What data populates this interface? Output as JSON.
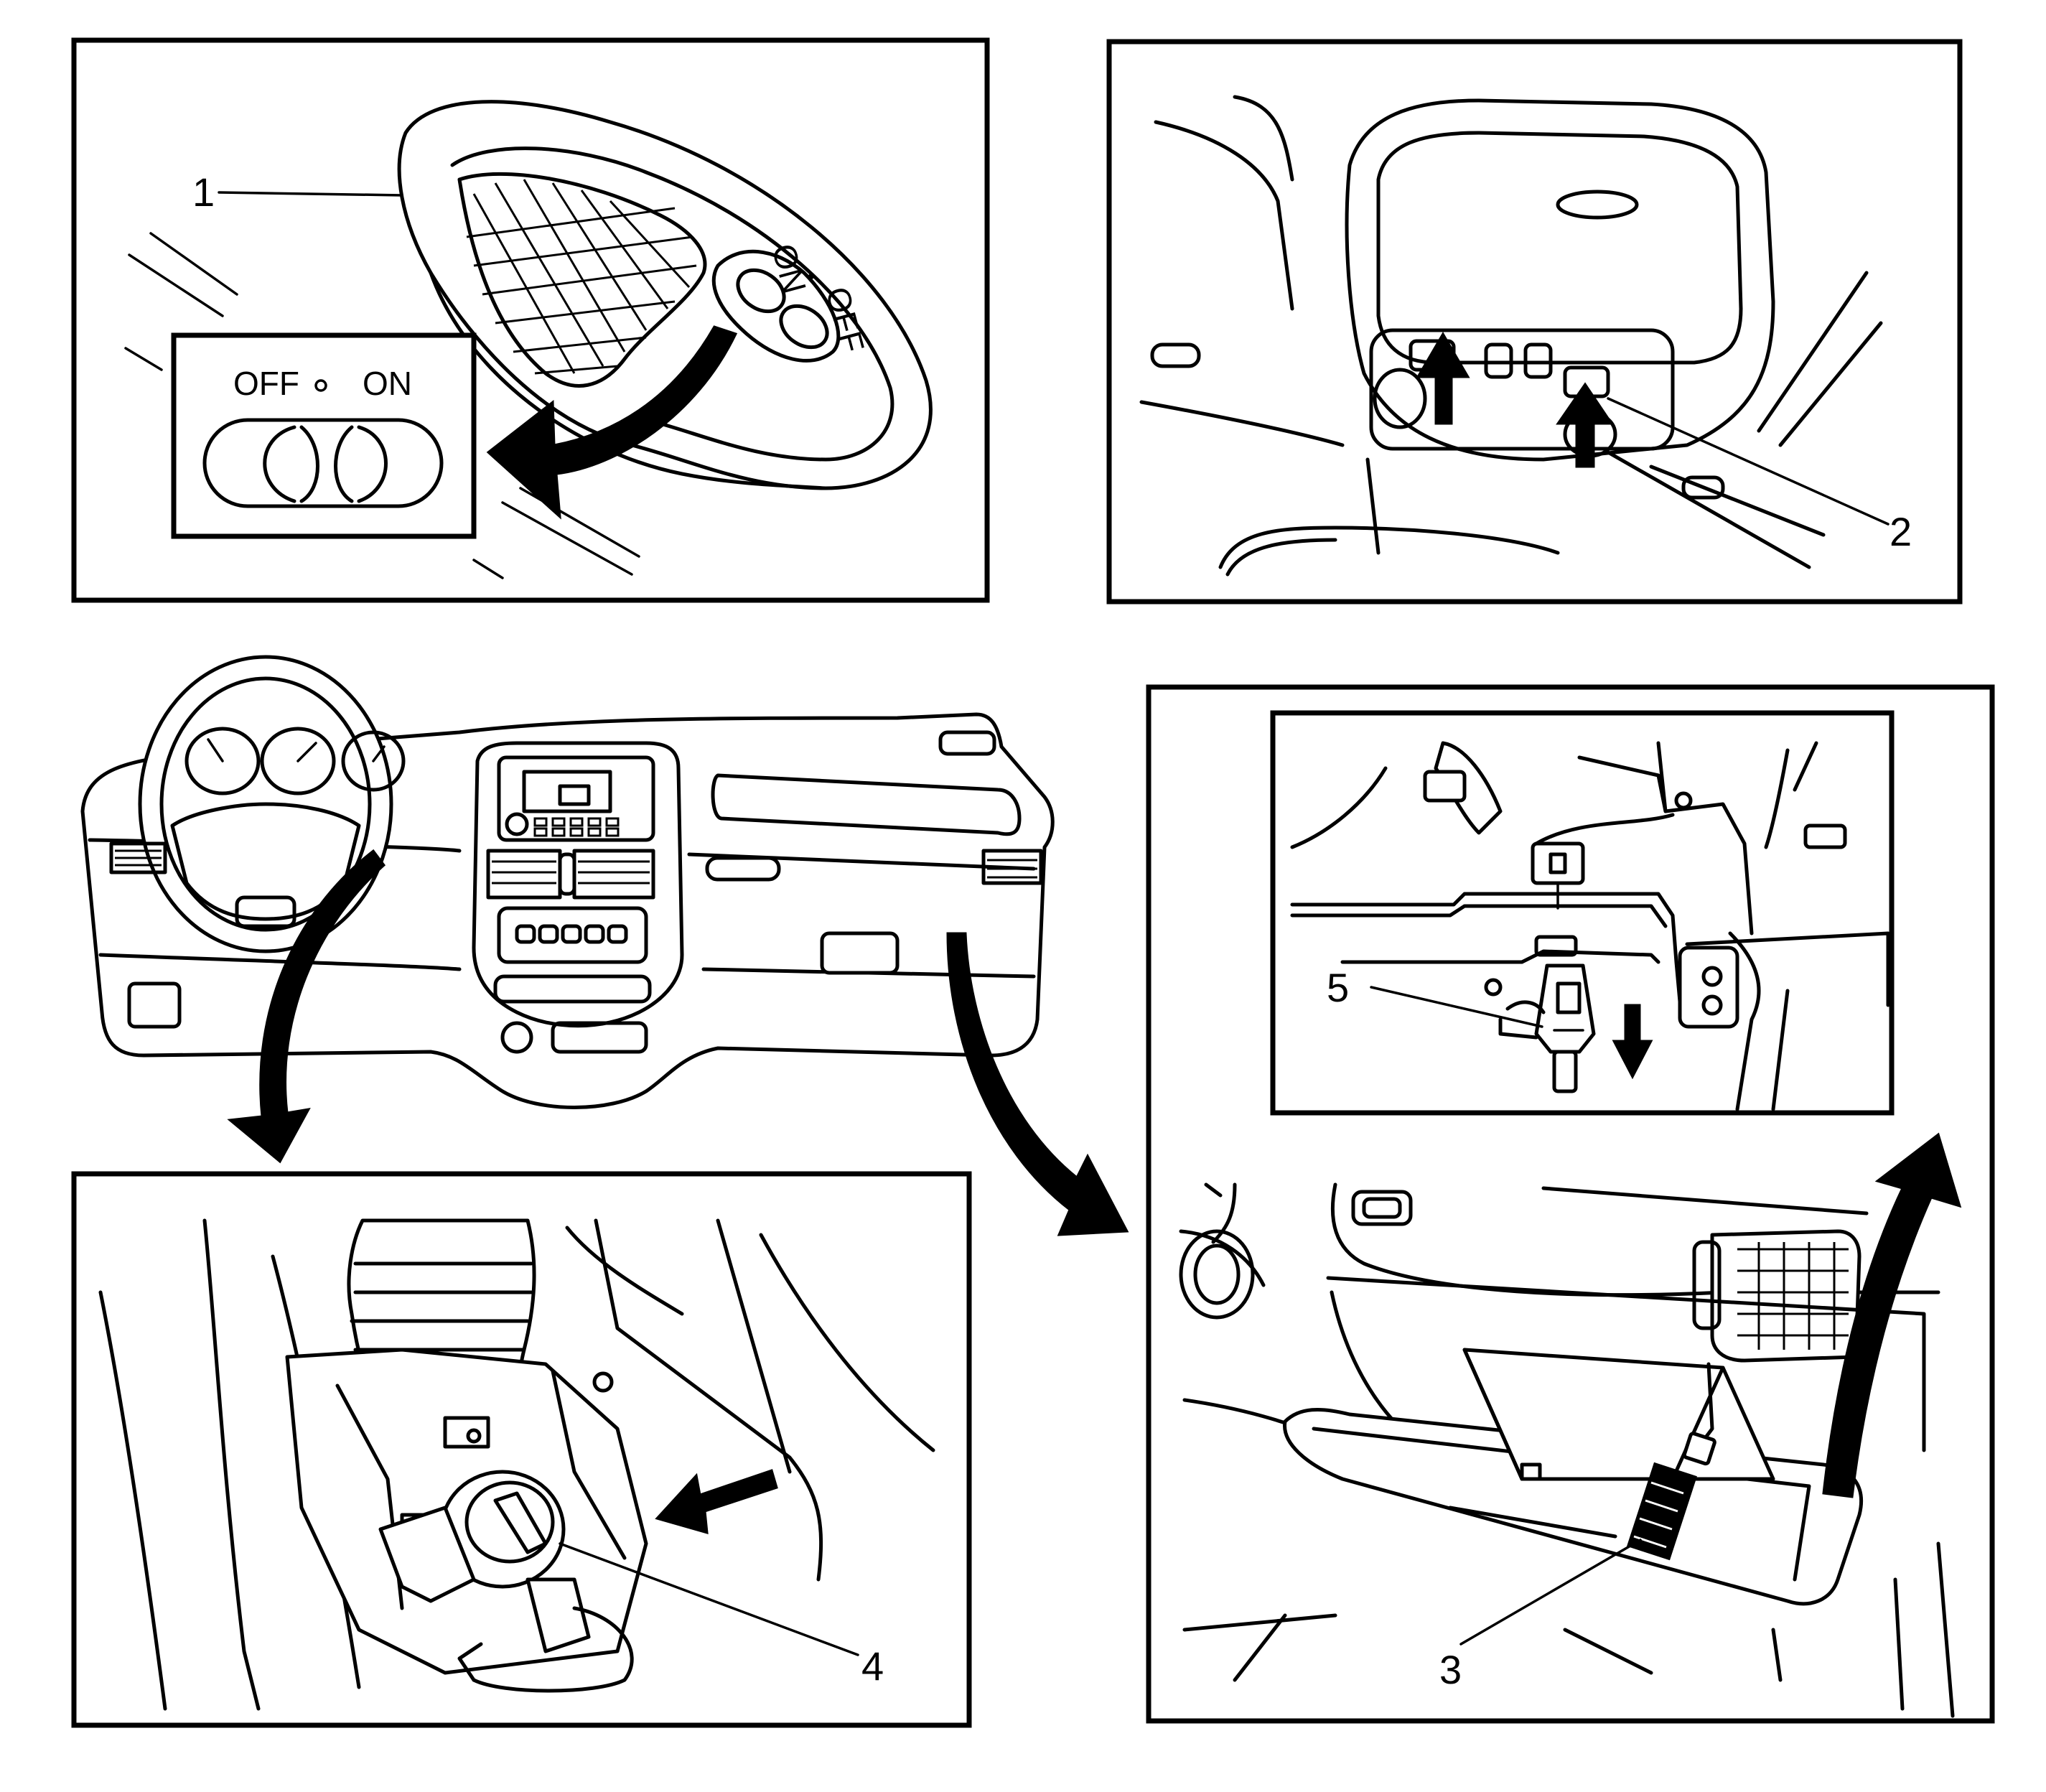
{
  "panels": {
    "dome_lamp": {
      "callout": "1",
      "switch_inset": {
        "off_label": "OFF",
        "on_label": "ON"
      },
      "embossed_on": "ON",
      "embossed_off": "OFF"
    },
    "map_lamp": {
      "callout": "2"
    },
    "ignition_switch": {
      "callout": "4"
    },
    "glove_box": {
      "callout": "3"
    },
    "glove_box_switch": {
      "callout": "5"
    }
  }
}
